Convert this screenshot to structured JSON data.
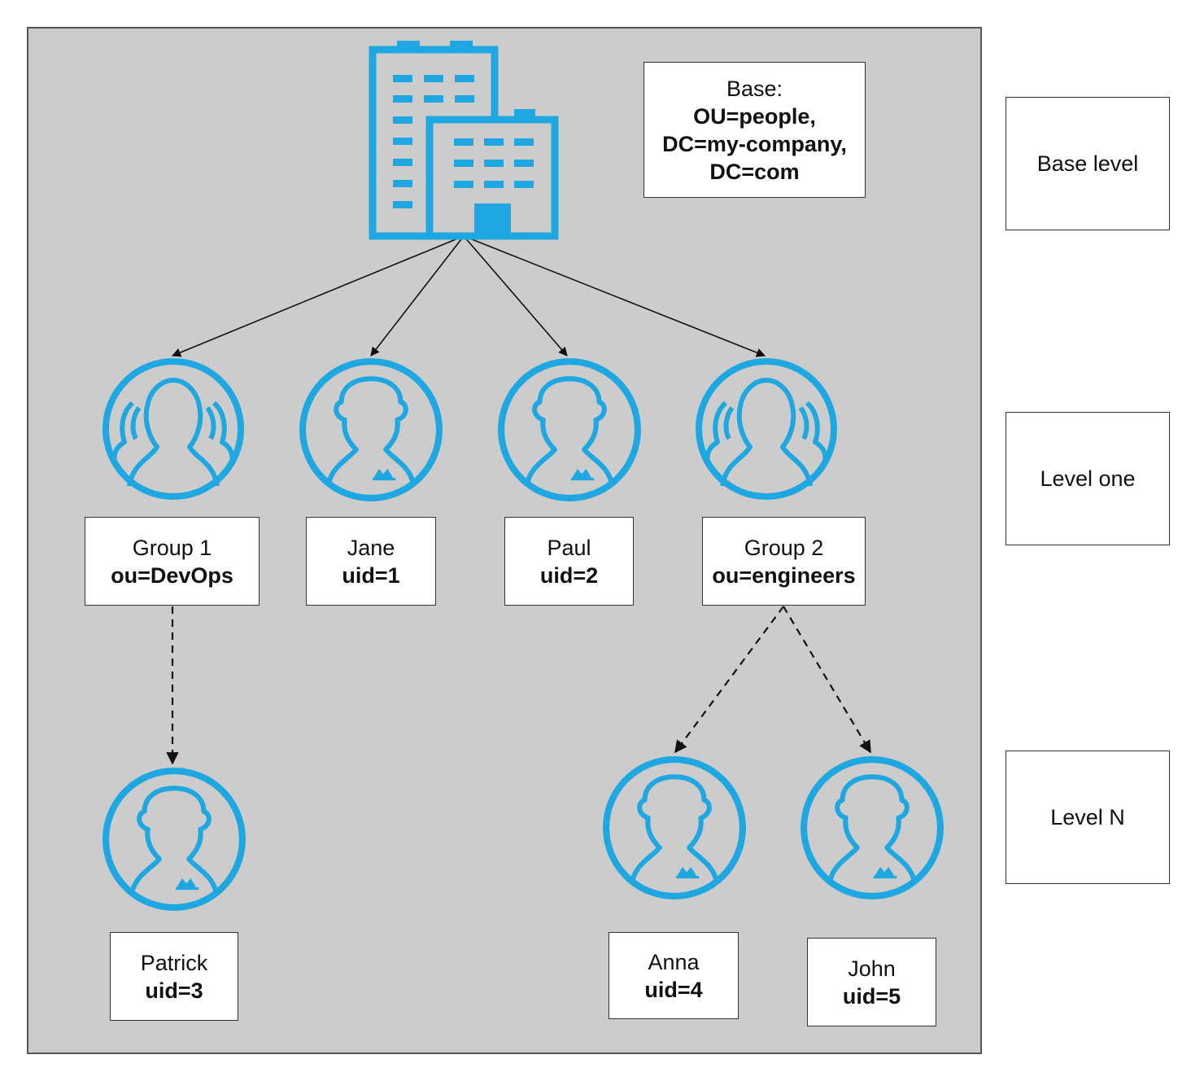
{
  "colors": {
    "accent": "#1ea7e1",
    "panel": "#cccccc",
    "box_border": "#333333"
  },
  "base": {
    "line1": "Base:",
    "line2": "OU=people,",
    "line3": "DC=my-company,",
    "line4": "DC=com"
  },
  "levels": {
    "base": "Base level",
    "one": "Level one",
    "n": "Level N"
  },
  "nodes": {
    "group1": {
      "name": "Group 1",
      "attr": "ou=DevOps"
    },
    "jane": {
      "name": "Jane",
      "attr": "uid=1"
    },
    "paul": {
      "name": "Paul",
      "attr": "uid=2"
    },
    "group2": {
      "name": "Group 2",
      "attr": "ou=engineers"
    },
    "patrick": {
      "name": "Patrick",
      "attr": "uid=3"
    },
    "anna": {
      "name": "Anna",
      "attr": "uid=4"
    },
    "john": {
      "name": "John",
      "attr": "uid=5"
    }
  }
}
